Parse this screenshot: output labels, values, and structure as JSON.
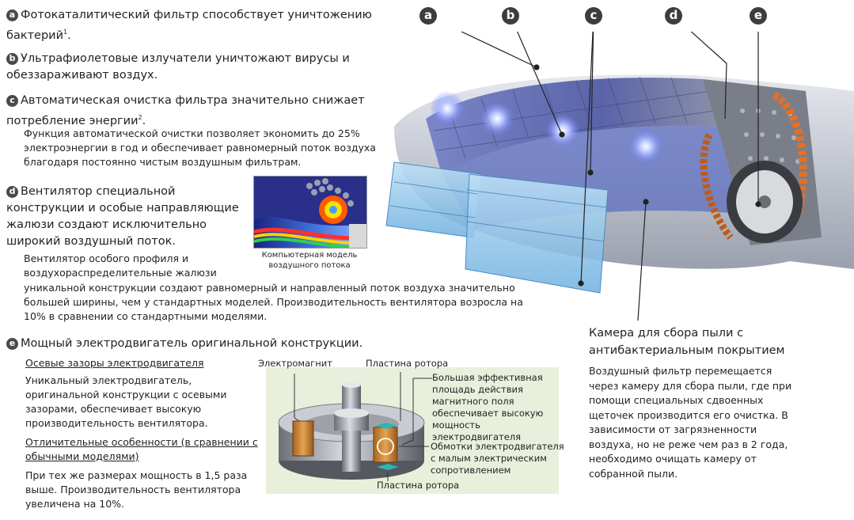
{
  "features": {
    "a": {
      "badge": "a",
      "text": "Фотокаталитический фильтр способствует уничтожению бактерий",
      "sup": "1",
      "tail": "."
    },
    "b": {
      "badge": "b",
      "text": "Ультрафиолетовые излучатели уничтожают вирусы и обеззараживают воздух."
    },
    "c": {
      "badge": "c",
      "text": "Автоматическая очистка фильтра значительно снижает потребление энергии",
      "sup": "2",
      "tail": ".",
      "desc": "Функция автоматической очистки позволяет экономить до 25% электроэнергии в год и обеспечивает равномерный поток воздуха благодаря постоянно чистым воздушным фильтрам."
    },
    "d": {
      "badge": "d",
      "text": "Вентилятор специальной конструкции и особые направляющие жалюзи создают исключительно широкий воздушный поток.",
      "desc_short": "Вентилятор особого профиля и воздухораспределительные жалюзи",
      "desc": "уникальной конструкции создают равномерный и направленный поток воздуха значительно большей ширины, чем у стандартных моделей. Производительность вентилятора возросла на 10% в сравнении со стандартными моделями.",
      "image_caption": "Компьютерная модель воздушного потока"
    },
    "e": {
      "badge": "e",
      "text": "Мощный электродвигатель оригинальной конструкции.",
      "sub1_title": "Осевые зазоры электродвигателя",
      "sub1_text": "Уникальный электродвигатель, оригинальной конструкции с осевыми зазорами, обеспечивает высокую производительность вентилятора.",
      "sub2_title": "Отличительные особенности (в сравнении с обычными моделями)",
      "sub2_text": "При тех же размерах мощность в 1,5 раза выше. Производительность вентилятора увеличена на 10%."
    }
  },
  "motor_diagram": {
    "electromagnet": "Электромагнит",
    "rotor_plate_top": "Пластина ротора",
    "magnetic_area": "Большая эффективная площадь действия магнитного поля обеспечивает высокую мощность электродвигателя",
    "windings": "Обмотки электродвигателя с малым электрическим сопротивлением",
    "rotor_plate_bottom": "Пластина ротора"
  },
  "unit_callouts": [
    "a",
    "b",
    "c",
    "d",
    "e"
  ],
  "dust_chamber": {
    "title": "Камера для сбора пыли с антибактериальным покрытием",
    "text": "Воздушный фильтр перемещается через камеру для сбора пыли, где при помощи специальных сдвоенных щеточек производится его очистка. В зависимости от загрязненности воздуха, но не реже чем раз в 2 года, необходимо очищать камеру от собранной пыли."
  },
  "colors": {
    "badge": "#4a4a4a",
    "diagram_bg": "#e8f0dc",
    "uv_glow": "#6a7dff"
  }
}
